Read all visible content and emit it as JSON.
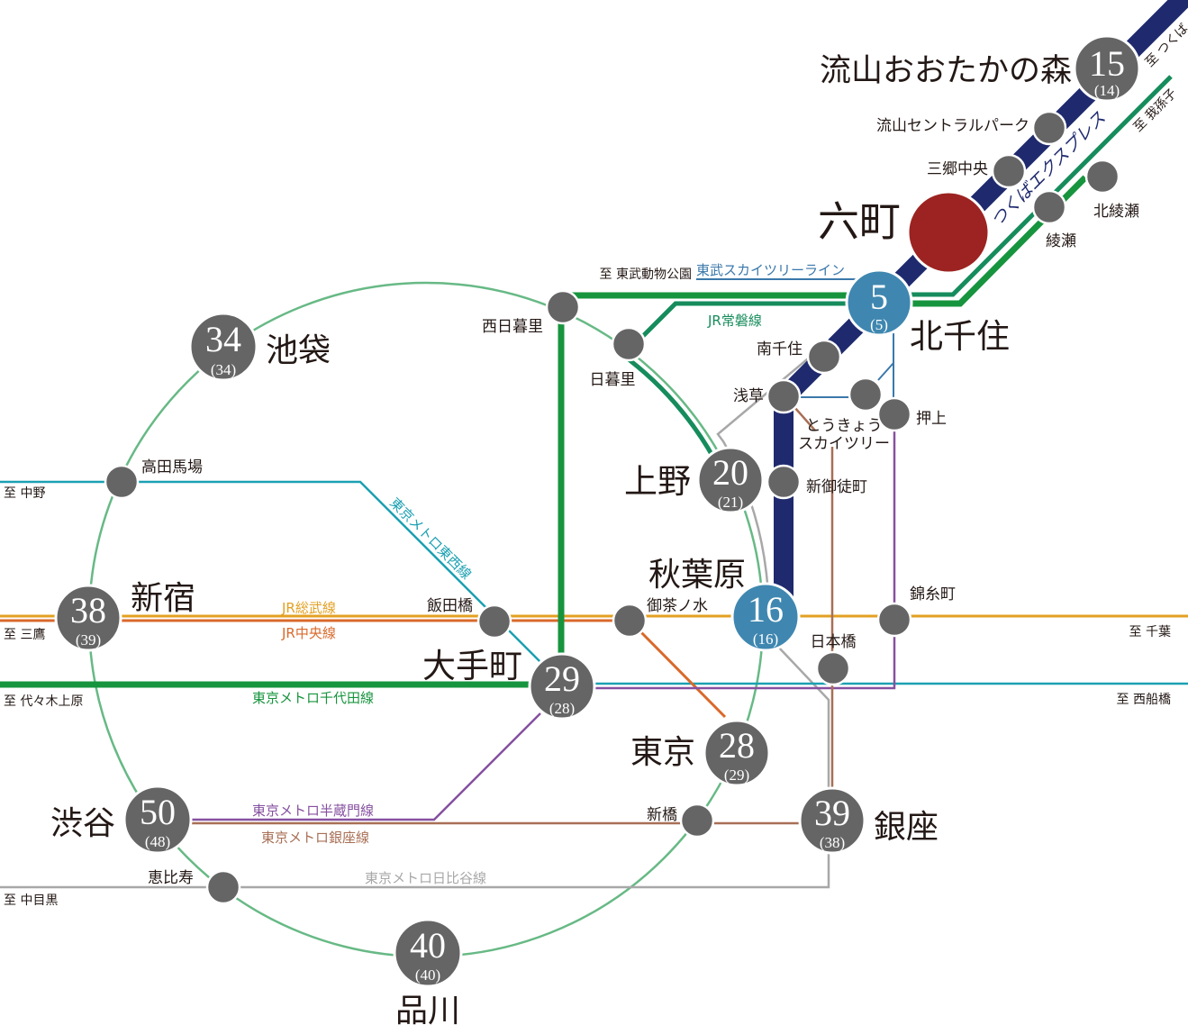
{
  "origin_station": {
    "name": "六町",
    "color": "#9c2321"
  },
  "stations": {
    "nagareyama_otakanomori": {
      "name": "流山おおたかの森",
      "minutes": "15",
      "minutes_alt": "(14)"
    },
    "kita_senju": {
      "name": "北千住",
      "minutes": "5",
      "minutes_alt": "(5)"
    },
    "ikebukuro": {
      "name": "池袋",
      "minutes": "34",
      "minutes_alt": "(34)"
    },
    "ueno": {
      "name": "上野",
      "minutes": "20",
      "minutes_alt": "(21)"
    },
    "shinjuku": {
      "name": "新宿",
      "minutes": "38",
      "minutes_alt": "(39)"
    },
    "akihabara": {
      "name": "秋葉原",
      "minutes": "16",
      "minutes_alt": "(16)"
    },
    "otemachi": {
      "name": "大手町",
      "minutes": "29",
      "minutes_alt": "(28)"
    },
    "tokyo": {
      "name": "東京",
      "minutes": "28",
      "minutes_alt": "(29)"
    },
    "shibuya": {
      "name": "渋谷",
      "minutes": "50",
      "minutes_alt": "(48)"
    },
    "ginza": {
      "name": "銀座",
      "minutes": "39",
      "minutes_alt": "(38)"
    },
    "shinagawa": {
      "name": "品川",
      "minutes": "40",
      "minutes_alt": "(40)"
    }
  },
  "minor_stations": {
    "nagareyama_central_park": "流山セントラルパーク",
    "misato_chuo": "三郷中央",
    "ayase": "綾瀬",
    "kita_ayase": "北綾瀬",
    "nishi_nippori": "西日暮里",
    "nippori": "日暮里",
    "minami_senju": "南千住",
    "asakusa": "浅草",
    "tokyo_skytree_line1": "とうきょう",
    "tokyo_skytree_line2": "スカイツリー",
    "oshiage": "押上",
    "shin_okachimachi": "新御徒町",
    "takadanobaba": "高田馬場",
    "iidabashi": "飯田橋",
    "ochanomizu": "御茶ノ水",
    "kinshicho": "錦糸町",
    "nihombashi": "日本橋",
    "shimbashi": "新橋",
    "ebisu": "恵比寿"
  },
  "lines": {
    "tsukuba_express": {
      "name": "つくばエクスプレス",
      "color": "#1f2a6e"
    },
    "jr_joban": {
      "name": "JR常磐線",
      "color": "#168c5c"
    },
    "tobu_skytree": {
      "name": "東武スカイツリーライン",
      "color": "#3a78ab"
    },
    "tokyo_metro_chiyoda": {
      "name": "東京メトロ千代田線",
      "color": "#17943e"
    },
    "tokyo_metro_tozai": {
      "name": "東京メトロ東西線",
      "color": "#1ba0b2"
    },
    "jr_sobu": {
      "name": "JR総武線",
      "color": "#e3a022"
    },
    "jr_chuo": {
      "name": "JR中央線",
      "color": "#d9692b"
    },
    "tokyo_metro_hanzomon": {
      "name": "東京メトロ半蔵門線",
      "color": "#8650a0"
    },
    "tokyo_metro_ginza": {
      "name": "東京メトロ銀座線",
      "color": "#a86f55"
    },
    "tokyo_metro_hibiya": {
      "name": "東京メトロ日比谷線",
      "color": "#a8a8a8"
    },
    "jr_yamanote": {
      "color": "#67b985"
    }
  },
  "directions": {
    "tsukuba": "至 つくば",
    "abiko": "至 我孫子",
    "tobu_dobutsu_koen": "至 東武動物公園",
    "nakano": "至 中野",
    "mitaka": "至 三鷹",
    "yoyogi_uehara": "至 代々木上原",
    "naka_meguro": "至 中目黒",
    "chiba": "至 千葉",
    "nishi_funabashi": "至 西船橋"
  },
  "colors": {
    "station": "#656565",
    "transfer_station": "#3f87b0",
    "text": "#231815",
    "background": "#ffffff"
  }
}
